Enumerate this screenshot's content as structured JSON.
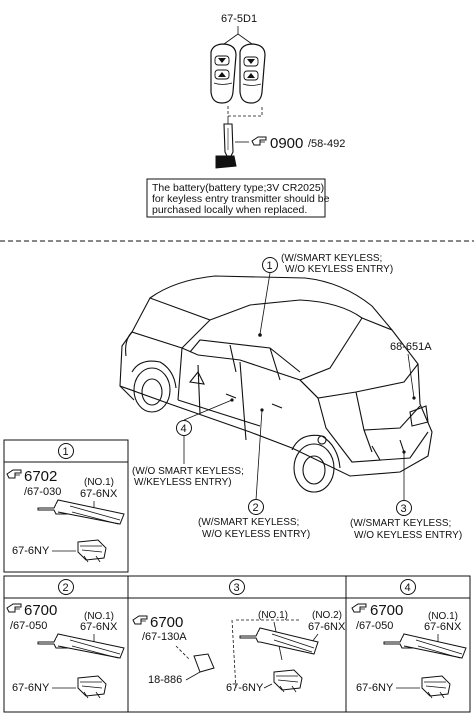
{
  "transmitter": {
    "part": "67-5D1",
    "callout_main": "0900",
    "callout_sub": "/58-492",
    "note_lines": [
      "The battery(battery type;3V CR2025)",
      "for keyless entry transmitter should be",
      "purchased locally when replaced."
    ]
  },
  "car": {
    "label1_num": "1",
    "label1_lines": [
      "(W/SMART KEYLESS;",
      "W/O KEYLESS ENTRY)"
    ],
    "part_651a": "68-651A",
    "label4_num": "4",
    "label4_lines": [
      "(W/O SMART KEYLESS;",
      "W/KEYLESS ENTRY)"
    ],
    "label2_num": "2",
    "label2_lines": [
      "(W/SMART KEYLESS;",
      "W/O KEYLESS ENTRY)"
    ],
    "label3_num": "3",
    "label3_lines": [
      "(W/SMART KEYLESS;",
      "W/O KEYLESS ENTRY)"
    ]
  },
  "box1": {
    "num": "1",
    "main": "6702",
    "sub": "/67-030",
    "no": "(NO.1)",
    "part_nx": "67-6NX",
    "part_ny": "67-6NY"
  },
  "box2": {
    "num": "2",
    "main": "6700",
    "sub": "/67-050",
    "no": "(NO.1)",
    "part_nx": "67-6NX",
    "part_ny": "67-6NY"
  },
  "box3": {
    "num": "3",
    "main": "6700",
    "sub": "/67-130A",
    "no1": "(NO.1)",
    "no2": "(NO.2)",
    "part_nx": "67-6NX",
    "part_886": "18-886",
    "part_ny": "67-6NY"
  },
  "box4": {
    "num": "4",
    "main": "6700",
    "sub": "/67-050",
    "no": "(NO.1)",
    "part_nx": "67-6NX",
    "part_ny": "67-6NY"
  }
}
